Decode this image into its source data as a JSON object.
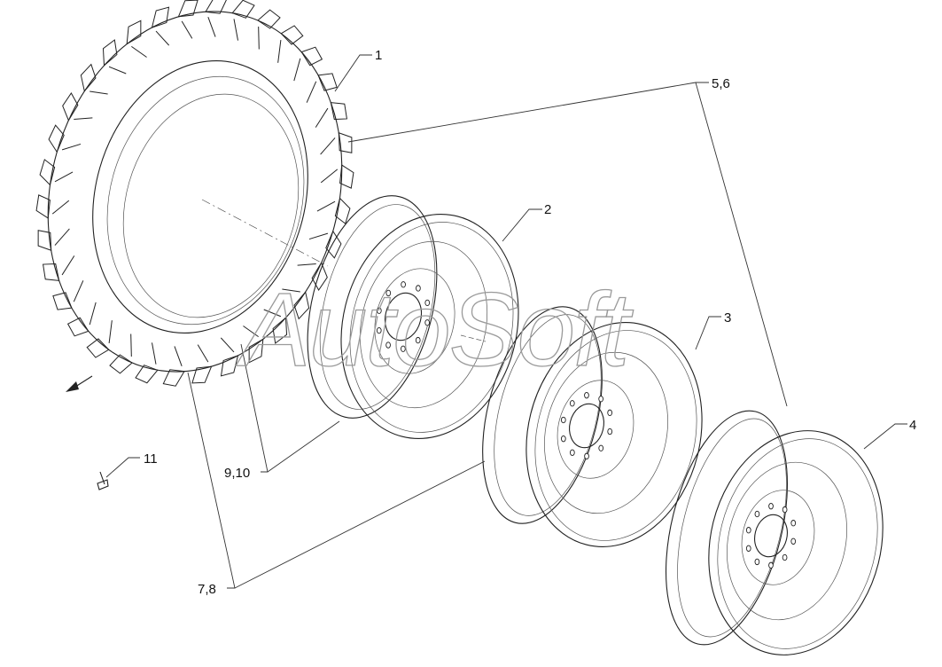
{
  "callouts": {
    "c1": "1",
    "c2": "2",
    "c3": "3",
    "c4": "4",
    "c56": "5,6",
    "c78": "7,8",
    "c910": "9,10",
    "c11": "11"
  },
  "watermark": "AutoSoft",
  "colors": {
    "line": "#222222",
    "watermark": "#9a9a9a",
    "background": "#ffffff"
  }
}
